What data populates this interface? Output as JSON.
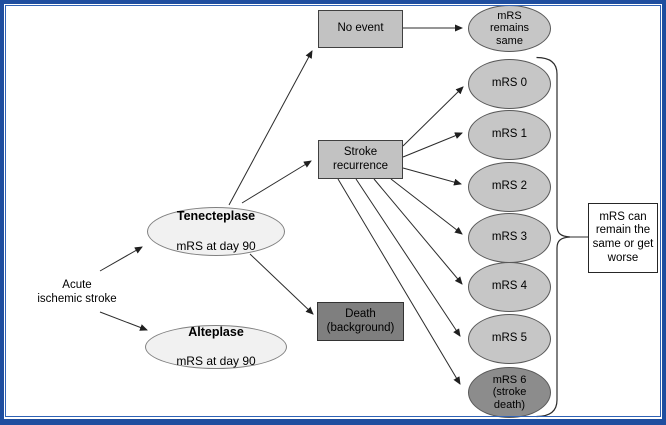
{
  "diagram": {
    "type": "decision-tree",
    "nodes": {
      "root": {
        "label": "Acute\nischemic stroke"
      },
      "tenecteplase": {
        "name": "Tenecteplase",
        "detail": "mRS at day 90"
      },
      "alteplase": {
        "name": "Alteplase",
        "detail": "mRS at day 90"
      },
      "no_event": {
        "label": "No event"
      },
      "stroke_recurrence": {
        "label": "Stroke\nrecurrence"
      },
      "death": {
        "label": "Death\n(background)"
      },
      "mrs_remains_same": {
        "label": "mRS\nremains\nsame"
      },
      "mrs_0": {
        "label": "mRS 0"
      },
      "mrs_1": {
        "label": "mRS 1"
      },
      "mrs_2": {
        "label": "mRS 2"
      },
      "mrs_3": {
        "label": "mRS 3"
      },
      "mrs_4": {
        "label": "mRS 4"
      },
      "mrs_5": {
        "label": "mRS 5"
      },
      "mrs_6": {
        "label": "mRS 6\n(stroke\ndeath)"
      },
      "annotation": {
        "label": "mRS can remain the same or get worse"
      }
    },
    "edges": [
      {
        "from": "root",
        "to": "tenecteplase"
      },
      {
        "from": "root",
        "to": "alteplase"
      },
      {
        "from": "tenecteplase",
        "to": "no_event"
      },
      {
        "from": "tenecteplase",
        "to": "stroke_recurrence"
      },
      {
        "from": "tenecteplase",
        "to": "death"
      },
      {
        "from": "no_event",
        "to": "mrs_remains_same"
      },
      {
        "from": "stroke_recurrence",
        "to": "mrs_0"
      },
      {
        "from": "stroke_recurrence",
        "to": "mrs_1"
      },
      {
        "from": "stroke_recurrence",
        "to": "mrs_2"
      },
      {
        "from": "stroke_recurrence",
        "to": "mrs_3"
      },
      {
        "from": "stroke_recurrence",
        "to": "mrs_4"
      },
      {
        "from": "stroke_recurrence",
        "to": "mrs_5"
      },
      {
        "from": "stroke_recurrence",
        "to": "mrs_6"
      }
    ],
    "colors": {
      "frame_border": "#1f4e9f",
      "node_gray": "#c2c2c2",
      "node_dark_gray": "#7f7f7f",
      "node_light_gray": "#f1f1f1",
      "arrow": "#1f1f1f"
    }
  }
}
